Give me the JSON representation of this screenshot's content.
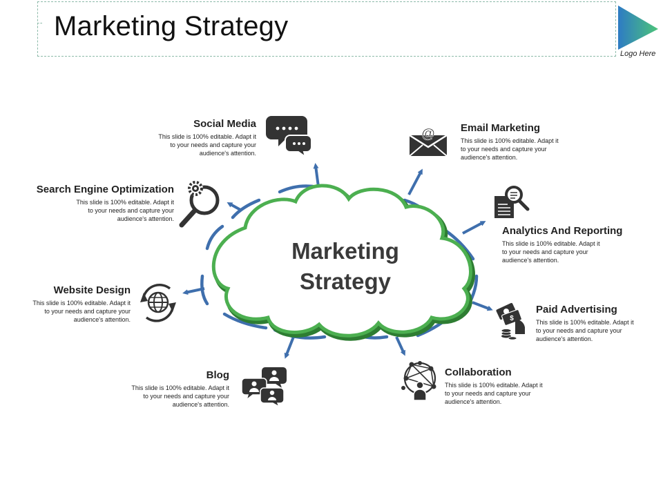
{
  "slide": {
    "title": "Marketing Strategy",
    "logo_text": "Logo Here",
    "center_line1": "Marketing",
    "center_line2": "Strategy"
  },
  "colors": {
    "cloud_fill": "#ffffff",
    "cloud_stroke": "#4caf50",
    "cloud_stroke_dark": "#2e7d32",
    "arc_blue": "#3f6fad",
    "icon": "#333333",
    "logo_grad_start": "#2e7bc4",
    "logo_grad_end": "#4cc47a"
  },
  "nodes": {
    "social_media": {
      "title": "Social Media",
      "lines": [
        "This slide is 100% editable. Adapt it",
        "to your needs and capture your",
        "audience's attention."
      ],
      "icon": "chat-bubbles-icon"
    },
    "seo": {
      "title": "Search Engine Optimization",
      "lines": [
        "This slide is 100% editable. Adapt it",
        "to your needs and capture your",
        "audience's attention."
      ],
      "icon": "gear-magnifier-icon"
    },
    "website_design": {
      "title": "Website Design",
      "lines": [
        "This slide is 100% editable. Adapt it",
        "to your needs and capture your",
        "audience's attention."
      ],
      "icon": "globe-cycle-icon"
    },
    "blog": {
      "title": "Blog",
      "lines": [
        "This slide is 100% editable. Adapt it",
        "to your needs and capture your",
        "audience's attention."
      ],
      "icon": "people-chat-icon"
    },
    "email_marketing": {
      "title": "Email Marketing",
      "lines": [
        "This slide is 100% editable. Adapt it",
        "to your needs and capture your",
        "audience's attention."
      ],
      "icon": "envelope-at-icon"
    },
    "analytics": {
      "title": "Analytics And Reporting",
      "lines": [
        "This slide is 100% editable. Adapt it",
        "to your needs and capture your",
        "audience's attention."
      ],
      "icon": "document-magnifier-icon"
    },
    "paid_advertising": {
      "title": "Paid Advertising",
      "lines": [
        "This slide is 100% editable. Adapt it",
        "to your needs and capture your",
        "audience's attention."
      ],
      "icon": "money-hand-icon"
    },
    "collaboration": {
      "title": "Collaboration",
      "lines": [
        "This slide is 100% editable. Adapt it",
        "to your needs and capture your",
        "audience's attention."
      ],
      "icon": "network-person-icon"
    }
  }
}
